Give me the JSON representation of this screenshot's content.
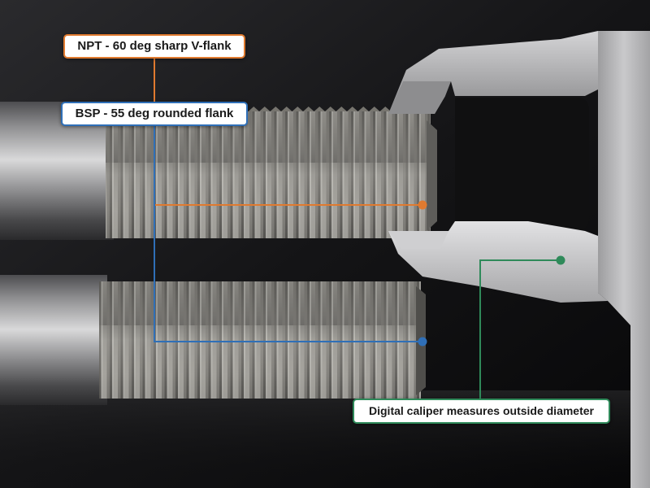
{
  "annotations": {
    "npt": {
      "label": "NPT - 60 deg sharp V-flank",
      "color": "#e07a2f"
    },
    "bsp": {
      "label": "BSP - 55 deg rounded flank",
      "color": "#2f6fb7"
    },
    "caliper": {
      "label": "Digital caliper measures outside diameter",
      "color": "#2f8a5a"
    }
  },
  "scene": {
    "background_color": "#121214",
    "metal_color": "#a8a8aa",
    "caliper_color": "#b9b9bb"
  }
}
